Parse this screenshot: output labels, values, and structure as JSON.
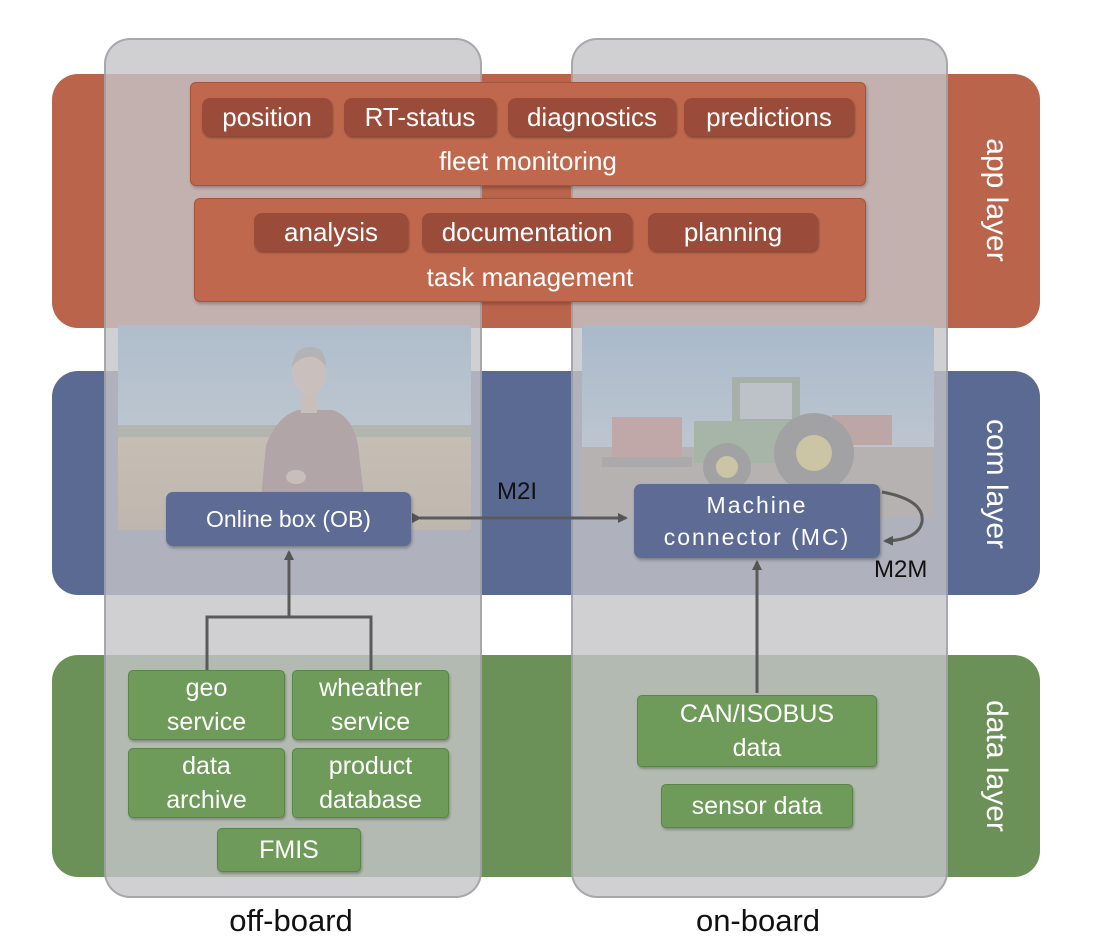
{
  "layers": {
    "app": "app layer",
    "com": "com layer",
    "data": "data layer"
  },
  "columns": {
    "off_board": "off-board",
    "on_board": "on-board"
  },
  "fleet_monitoring": {
    "label": "fleet monitoring",
    "items": [
      "position",
      "RT-status",
      "diagnostics",
      "predictions"
    ]
  },
  "task_management": {
    "label": "task management",
    "items": [
      "analysis",
      "documentation",
      "planning"
    ]
  },
  "com": {
    "online_box": "Online box (OB)",
    "machine_connector_line1": "Machine",
    "machine_connector_line2": "connector (MC)",
    "m2i": "M2I",
    "m2m": "M2M"
  },
  "data_offboard": {
    "geo_service": [
      "geo",
      "service"
    ],
    "weather_service": [
      "wheather",
      "service"
    ],
    "data_archive": [
      "data",
      "archive"
    ],
    "product_database": [
      "product",
      "database"
    ],
    "fmis": "FMIS"
  },
  "data_onboard": {
    "can_isobus": [
      "CAN/ISOBUS",
      "data"
    ],
    "sensor_data": "sensor data"
  },
  "colors": {
    "app_layer": "#b9644b",
    "com_layer": "#5a6a93",
    "data_layer": "#6c9158",
    "column": "#c4c4c8"
  }
}
